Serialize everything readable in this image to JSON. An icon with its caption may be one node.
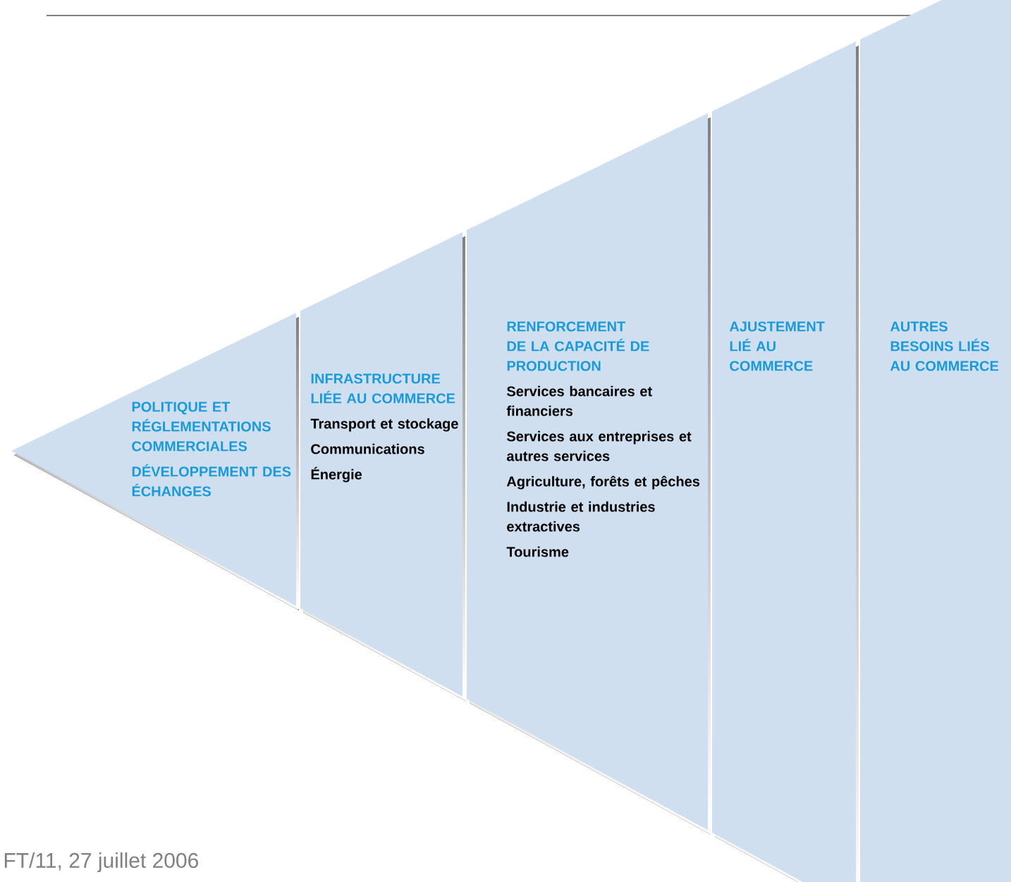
{
  "diagram": {
    "nodes": [
      {
        "text": [
          "POLITIQUE ET RÉGLEMENTATIONS COMMERCIALES",
          "DÉVELOPPEMENT DES ÉCHANGES"
        ]
      },
      {
        "text": [
          "INFRASTRUCTURE LIÉE AU COMMERCE",
          "Transport et stockage",
          "Communications",
          "Énergie"
        ]
      },
      {
        "text": [
          "RENFORCEMENT DE LA CAPACITÉ DE PRODUCTION",
          "Services bancaires et financiers",
          "Services aux entreprises et autres services",
          "Agriculture, forêts et pêches",
          "Industrie et industries extractives",
          "Tourisme"
        ]
      },
      {
        "text": [
          "AJUSTEMENT LIÉ AU COMMERCE"
        ]
      },
      {
        "text": [
          "AUTRES BESOINS LIÉS AU COMMERCE"
        ]
      }
    ],
    "labels": [
      "FT/11, 27 juillet 2006"
    ]
  }
}
